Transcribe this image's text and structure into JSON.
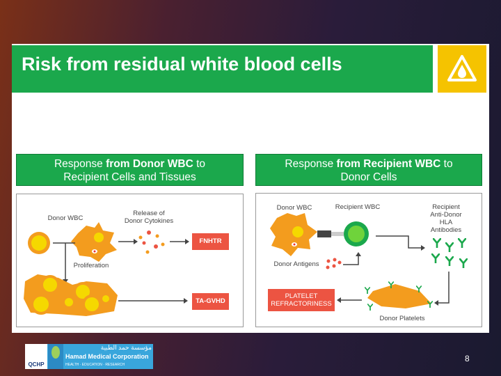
{
  "title": "Risk from residual white blood cells",
  "warning_icon": "warning-droplet-icon",
  "left_panel": {
    "header_pre": "Response ",
    "header_bold": "from Donor WBC",
    "header_post": " to",
    "header_line2": "Recipient Cells and Tissues",
    "labels": {
      "donor_wbc": "Donor WBC",
      "release1": "Release of",
      "release2": "Donor Cytokines",
      "proliferation": "Proliferation",
      "fnhtr": "FNHTR",
      "tagvhd": "TA-GVHD"
    }
  },
  "right_panel": {
    "header_pre": "Response ",
    "header_bold": "from Recipient WBC",
    "header_post": " to",
    "header_line2": "Donor Cells",
    "labels": {
      "donor_wbc": "Donor WBC",
      "recipient_wbc": "Recipient WBC",
      "ab1": "Recipient",
      "ab2": "Anti-Donor",
      "ab3": "HLA",
      "ab4": "Antibodies",
      "donor_antigens": "Donor Antigens",
      "platelet1": "PLATELET",
      "platelet2": "REFRACTORINESS",
      "donor_platelets": "Donor Platelets"
    }
  },
  "footer": {
    "logo_qchp": "QCHP",
    "logo_arabic": "مؤسسة حمد الطبية",
    "logo_name": "Hamad Medical Corporation",
    "logo_tagline": "HEALTH · EDUCATION · RESEARCH",
    "page_number": "8"
  },
  "colors": {
    "green": "#1ba84c",
    "yellow": "#f5c300",
    "orange": "#f39c1e",
    "red": "#ec5442"
  }
}
